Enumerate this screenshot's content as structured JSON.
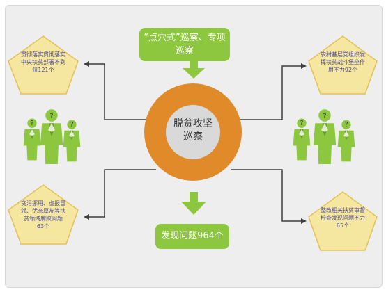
{
  "colors": {
    "panel_bg": "#eeeeee",
    "green": "#8dc63f",
    "ring_orange": "#e08a2a",
    "center_grey": "#d9d9d9",
    "pentagon_fill": "#f5e6a0",
    "pentagon_stroke": "#e3c15a",
    "person_green": "#8dc63f",
    "line_dark": "#3d3d3d",
    "text_blue": "#4a4a9a"
  },
  "icons": {
    "arrow_down": "green-down-arrow",
    "people": "person-group-with-question-marks"
  },
  "top": {
    "label": "“点穴式”巡察、专项巡察"
  },
  "center": {
    "label": "脱贫攻坚巡察"
  },
  "bottom": {
    "label": "发现问题964个"
  },
  "boxes": {
    "top_left": "贯彻落实贯彻落实中央扶贫部署不到位121个",
    "top_right": "农村基层党组织发挥扶贫战斗堡垒作用不力92个",
    "bottom_left": "贪污挪用、虚报冒领、优亲厚友等扶贫领域腐败问题63个",
    "bottom_right": "整改相关扶贫审督检查发现问题不力65个"
  },
  "people": {
    "question_mark": "?"
  }
}
